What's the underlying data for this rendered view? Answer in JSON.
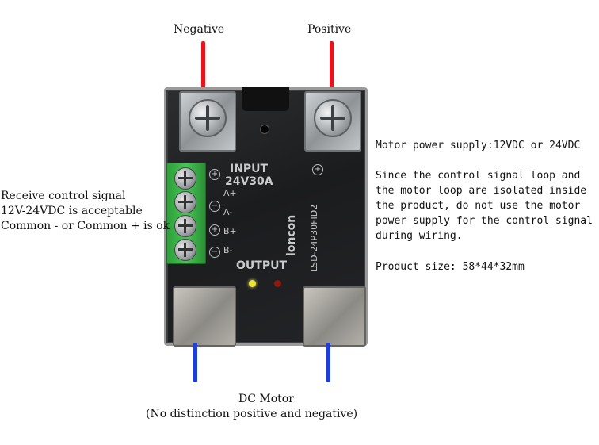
{
  "labels": {
    "negative": "Negative",
    "positive": "Positive",
    "motor": "DC Motor",
    "motor_note": "(No distinction positive and negative)",
    "control_line1": "Receive control signal",
    "control_line2": "12V-24VDC is acceptable",
    "control_line3": "Common - or Common + is ok",
    "supply": "Motor power supply:12VDC or 24VDC",
    "isolation_line1": "Since the control signal loop and",
    "isolation_line2": "the motor loop are isolated inside",
    "isolation_line3": "the product, do not use the motor",
    "isolation_line4": "power supply for the control signal",
    "isolation_line5": "during wiring.",
    "size": "Product size: 58*44*32mm"
  },
  "device": {
    "input_label": "INPUT",
    "rating": "24V30A",
    "output_label": "OUTPUT",
    "brand": "loncon",
    "model": "LSD-24P30FID2",
    "pins": [
      "A+",
      "A-",
      "B+",
      "B-"
    ]
  },
  "colors": {
    "positive_wire": "#e8131b",
    "motor_wire": "#1d3fd8",
    "terminal_block": "#3cb44b"
  }
}
